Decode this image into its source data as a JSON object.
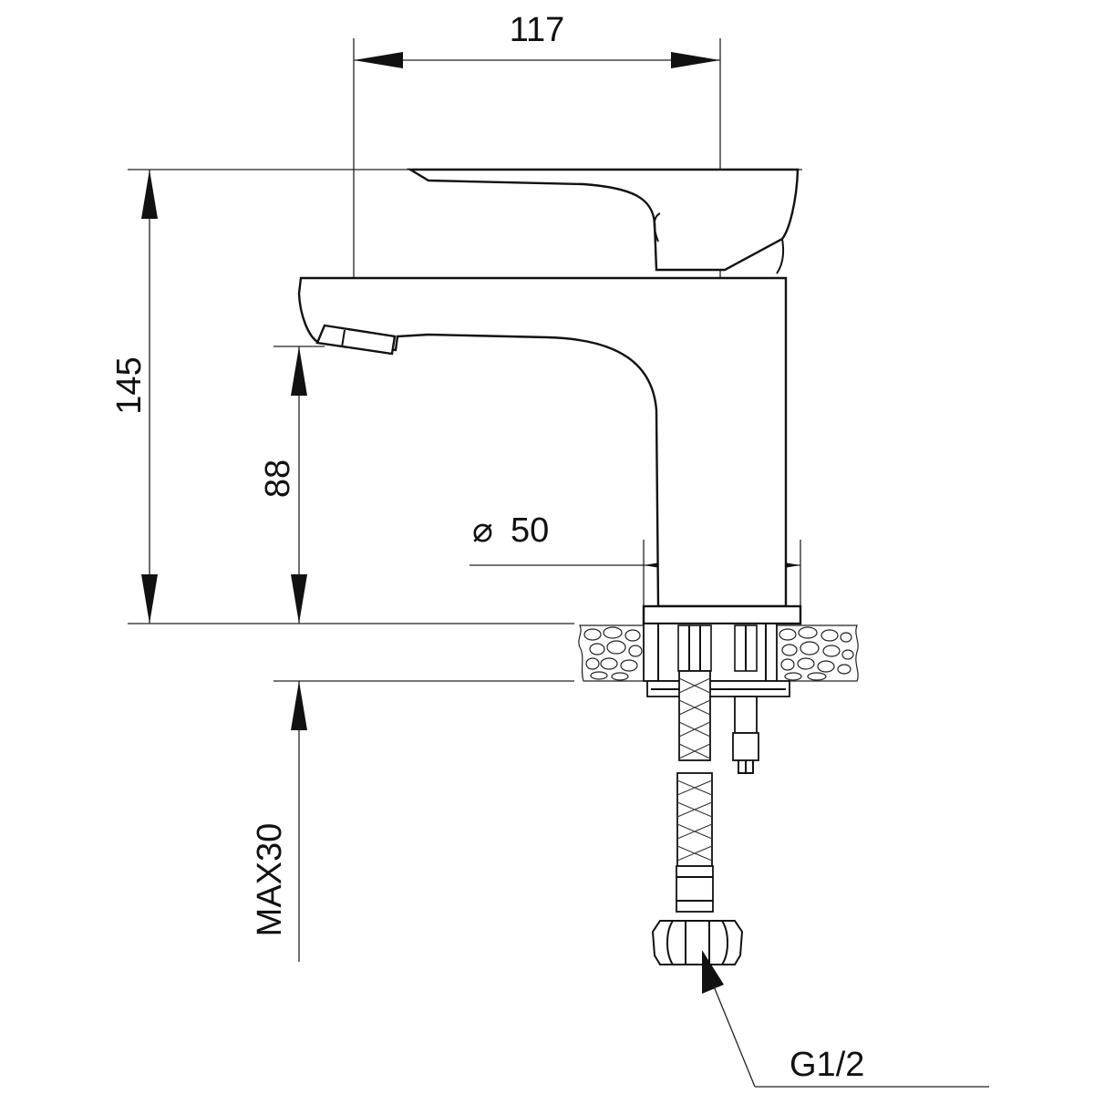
{
  "dimensions": {
    "outlet_reach": "117",
    "total_height": "145",
    "spout_height": "88",
    "base_diameter": "50",
    "diameter_symbol": "⌀",
    "max_counter_thickness": "MAX30",
    "connection_thread": "G1/2"
  },
  "colors": {
    "line": "#111111",
    "background": "#ffffff"
  }
}
